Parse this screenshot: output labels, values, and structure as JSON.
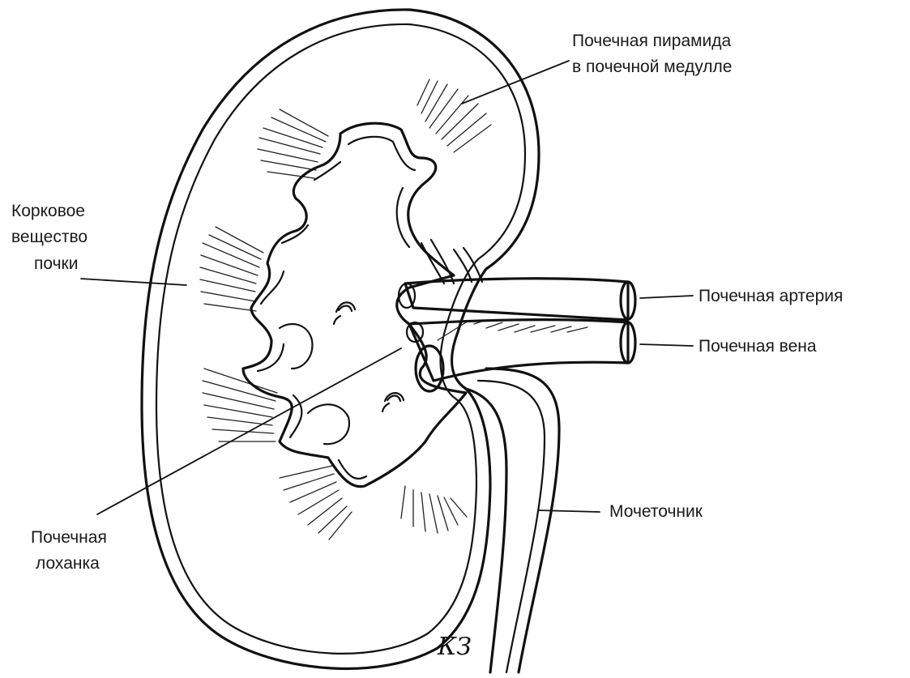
{
  "labels": {
    "pyramid_line1": "Почечная пирамида",
    "pyramid_line2": "в почечной медулле",
    "cortex_line1": "Корковое",
    "cortex_line2": "вещество",
    "cortex_line3": "почки",
    "artery": "Почечная артерия",
    "vein": "Почечная вена",
    "ureter": "Мочеточник",
    "pelvis_line1": "Почечная",
    "pelvis_line2": "лоханка"
  },
  "signature": "КЗ",
  "colors": {
    "ink": "#111111",
    "paper": "#ffffff",
    "stipple": "#7a7a7a"
  }
}
